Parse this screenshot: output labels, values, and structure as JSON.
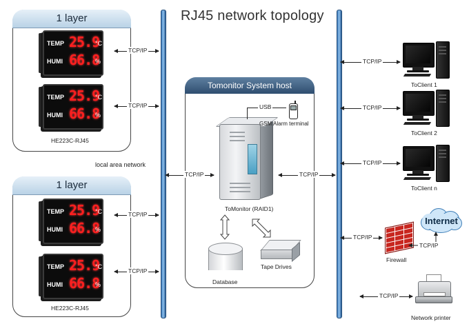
{
  "title": "RJ45 network topology",
  "groups": [
    {
      "header": "1 layer",
      "devices": [
        {
          "temp_label": "TEMP",
          "temp_value": "25.9",
          "temp_unit": "°C",
          "humi_label": "HUMI",
          "humi_value": "66.8",
          "humi_unit": "%"
        },
        {
          "temp_label": "TEMP",
          "temp_value": "25.9",
          "temp_unit": "°C",
          "humi_label": "HUMI",
          "humi_value": "66.8",
          "humi_unit": "%"
        }
      ],
      "model": "HE223C-RJ45",
      "link_labels": [
        "TCP/IP",
        "TCP/IP"
      ]
    },
    {
      "header": "1 layer",
      "devices": [
        {
          "temp_label": "TEMP",
          "temp_value": "25.9",
          "temp_unit": "°C",
          "humi_label": "HUMI",
          "humi_value": "66.8",
          "humi_unit": "%"
        },
        {
          "temp_label": "TEMP",
          "temp_value": "25.9",
          "temp_unit": "°C",
          "humi_label": "HUMI",
          "humi_value": "66.8",
          "humi_unit": "%"
        }
      ],
      "model": "HE223C-RJ45",
      "link_labels": [
        "TCP/IP",
        "TCP/IP"
      ]
    }
  ],
  "lan_label": "local area network",
  "host": {
    "header": "Tomonitor System host",
    "usb_label": "USB",
    "gsm_label": "GSM Alarm terminal",
    "server_label": "ToMonitor (RAID1)",
    "left_link": "TCP/IP",
    "right_link": "TCP/IP",
    "database_label": "Database",
    "tape_label": "Tape Drives"
  },
  "clients": [
    {
      "label": "ToClient 1",
      "link": "TCP/IP"
    },
    {
      "label": "ToClient 2",
      "link": "TCP/IP"
    },
    {
      "label": "ToClient n",
      "link": "TCP/IP"
    }
  ],
  "firewall": {
    "label": "Firewall",
    "link": "TCP/IP"
  },
  "internet": {
    "label": "Internet",
    "link": "TCP/IP"
  },
  "printer": {
    "label": "Network printer",
    "link": "TCP/IP"
  },
  "colors": {
    "bus": "#3b78b8",
    "led": "#ff1f1f",
    "group_header": "#b9d2e6",
    "host_header": "#2f4e70",
    "firewall": "#c8261f"
  }
}
